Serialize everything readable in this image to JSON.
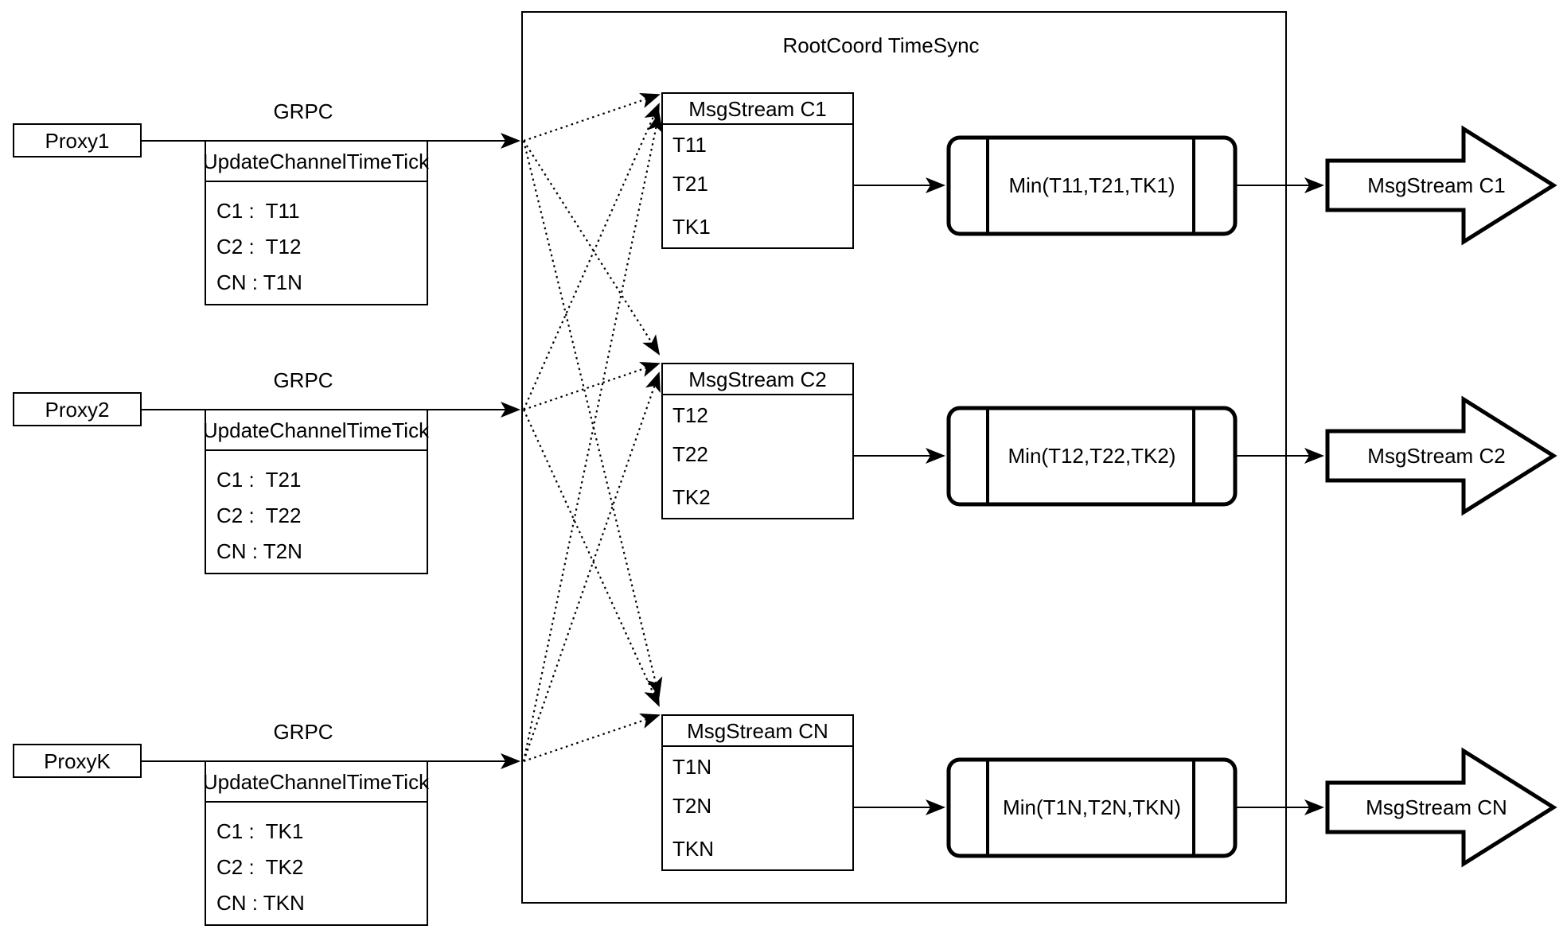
{
  "title": "RootCoord TimeSync",
  "colors": {
    "ink": "#000000",
    "paper": "#ffffff"
  },
  "proxies": [
    {
      "name": "Proxy1",
      "protocol": "GRPC",
      "message": {
        "title": "UpdateChannelTimeTick",
        "rows": [
          "C1 :  T11",
          "C2 :  T12",
          "CN : T1N"
        ]
      }
    },
    {
      "name": "Proxy2",
      "protocol": "GRPC",
      "message": {
        "title": "UpdateChannelTimeTick",
        "rows": [
          "C1 :  T21",
          "C2 :  T22",
          "CN : T2N"
        ]
      }
    },
    {
      "name": "ProxyK",
      "protocol": "GRPC",
      "message": {
        "title": "UpdateChannelTimeTick",
        "rows": [
          "C1 :  TK1",
          "C2 :  TK2",
          "CN : TKN"
        ]
      }
    }
  ],
  "streams": [
    {
      "title": "MsgStream C1",
      "values": [
        "T11",
        "T21",
        "TK1"
      ],
      "min_label": "Min(T11,T21,TK1)",
      "output": "MsgStream C1"
    },
    {
      "title": "MsgStream C2",
      "values": [
        "T12",
        "T22",
        "TK2"
      ],
      "min_label": "Min(T12,T22,TK2)",
      "output": "MsgStream C2"
    },
    {
      "title": "MsgStream CN",
      "values": [
        "T1N",
        "T2N",
        "TKN"
      ],
      "min_label": "Min(T1N,T2N,TKN)",
      "output": "MsgStream CN"
    }
  ]
}
